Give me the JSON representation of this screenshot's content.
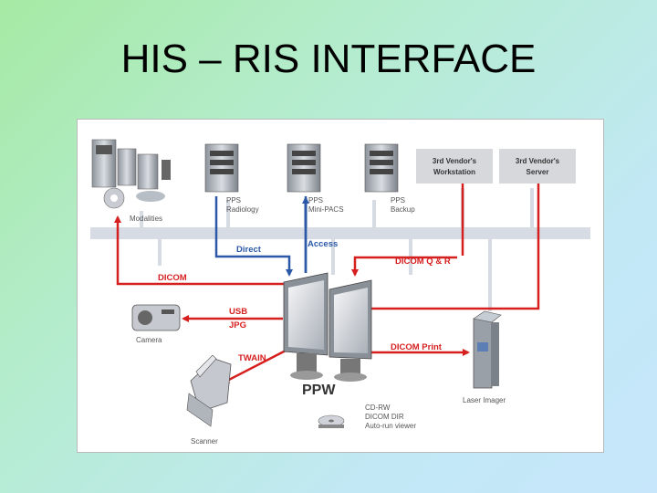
{
  "slide": {
    "title": "HIS – RIS INTERFACE"
  },
  "diagram": {
    "modalities": "Modalities",
    "servers": [
      {
        "line1": "PPS",
        "line2": "Radiology"
      },
      {
        "line1": "PPS",
        "line2": "Mini-PACS"
      },
      {
        "line1": "PPS",
        "line2": "Backup"
      }
    ],
    "vendors": [
      {
        "line1": "3rd Vendor's",
        "line2": "Workstation"
      },
      {
        "line1": "3rd Vendor's",
        "line2": "Server"
      }
    ],
    "flows": {
      "direct": "Direct",
      "access": "Access",
      "dicom_qr": "DICOM Q & R",
      "dicom": "DICOM",
      "usb": "USB",
      "jpg": "JPG",
      "twain": "TWAIN",
      "dicom_print": "DICOM Print"
    },
    "devices": {
      "camera": "Camera",
      "scanner": "Scanner",
      "laser_imager": "Laser Imager",
      "ppw": "PPW"
    },
    "media": {
      "line1": "CD-RW",
      "line2": "DICOM DIR",
      "line3": "Auto-run viewer"
    },
    "colors": {
      "red": "#d62020",
      "blue": "#2b59a8",
      "network_bar": "#d7dce4"
    }
  }
}
